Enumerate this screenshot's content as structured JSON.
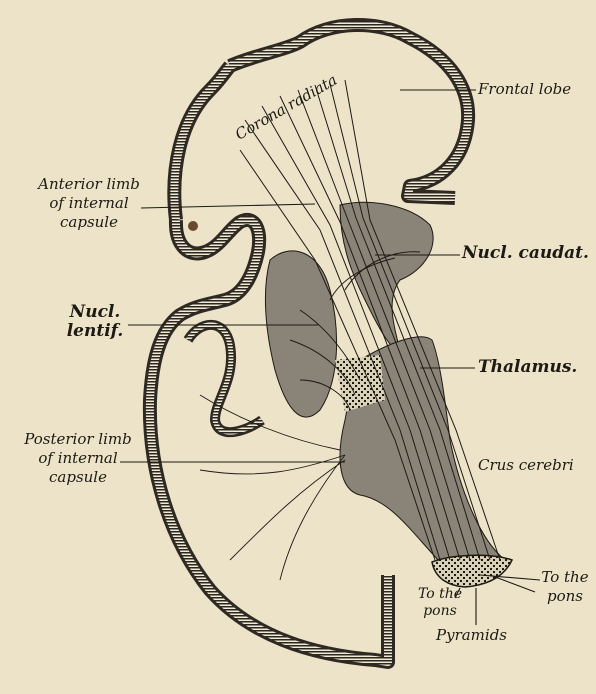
{
  "labels": {
    "frontal_lobe": "Frontal lobe",
    "corona_radiata": "Corona radiata",
    "anterior_limb": [
      "Anterior limb",
      "of internal",
      "capsule"
    ],
    "nucl_caudat": "Nucl. caudat.",
    "nucl_lentif": [
      "Nucl.",
      "lentif."
    ],
    "thalamus": "Thalamus.",
    "posterior_limb": [
      "Posterior limb",
      "of internal",
      "capsule"
    ],
    "crus_cerebri": "Crus cerebri",
    "to_the_pons_right": [
      "To the",
      "pons"
    ],
    "to_the_pons_left": [
      "To the",
      "pons"
    ],
    "pyramids": "Pyramids"
  },
  "colors": {
    "background": "#ede3c9",
    "ink": "#1d1a14",
    "cortex_fill": "#8a8378",
    "nucleus_fill": "#6d675f"
  }
}
